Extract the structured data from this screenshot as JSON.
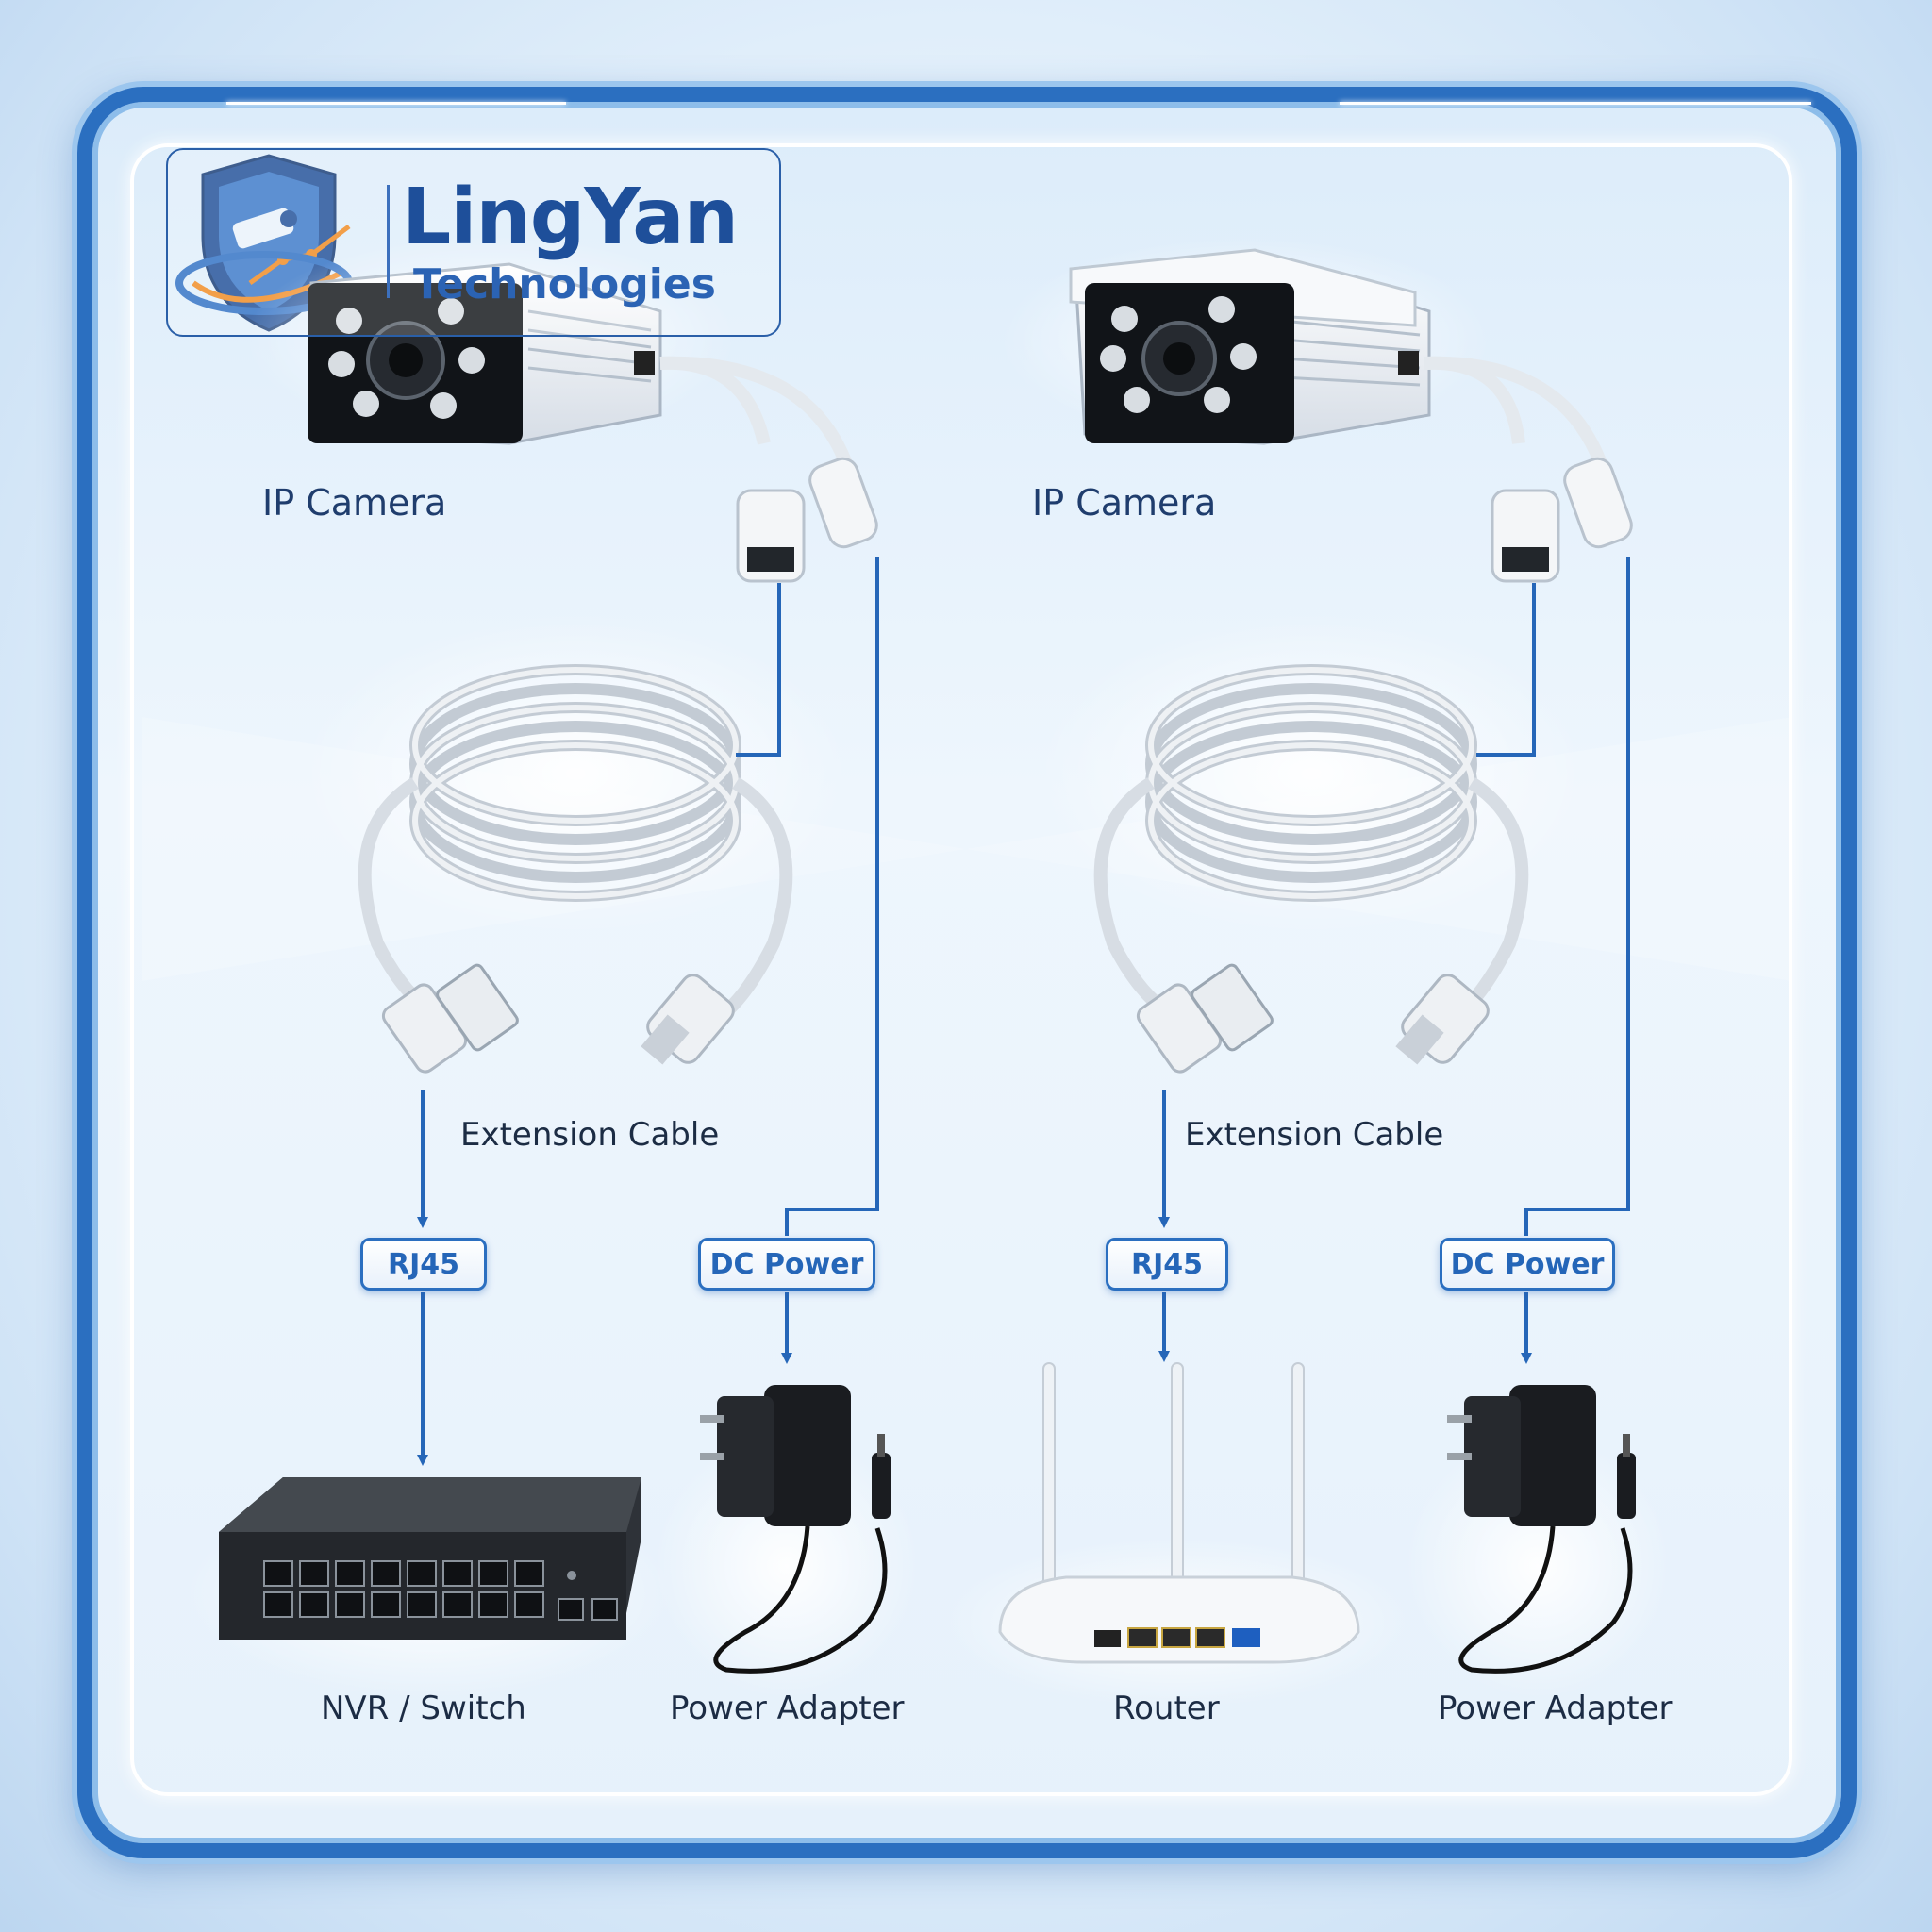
{
  "brand": {
    "name": "LingYan",
    "subtitle": "Technologies"
  },
  "columns": [
    {
      "camera_label": "IP Camera",
      "cable_label": "Extension Cable",
      "rj45_tag": "RJ45",
      "power_tag": "DC Power",
      "network_device_label": "NVR / Switch",
      "power_device_label": "Power Adapter"
    },
    {
      "camera_label": "IP Camera",
      "cable_label": "Extension Cable",
      "rj45_tag": "RJ45",
      "power_tag": "DC Power",
      "network_device_label": "Router",
      "power_device_label": "Power Adapter"
    }
  ],
  "colors": {
    "frame": "#2b6fc0",
    "connector_line": "#2566b8",
    "brand_text": "#1e4f9a"
  },
  "icons": [
    "shield-camera-logo-icon",
    "ip-camera-icon",
    "cable-coil-icon",
    "rj45-plug-icon",
    "dc-plug-icon",
    "switch-icon",
    "router-icon",
    "power-adapter-icon"
  ]
}
